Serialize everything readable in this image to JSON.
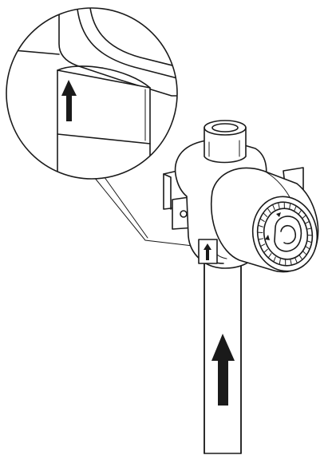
{
  "diagram": {
    "style": "monochrome line art",
    "colors": {
      "line": "#1a1a1a",
      "background": "#ffffff"
    },
    "components": [
      {
        "name": "thermostatic-mixing-valve-body"
      },
      {
        "name": "threaded-outlet"
      },
      {
        "name": "mounting-bracket"
      },
      {
        "name": "control-dial"
      },
      {
        "name": "inlet-pipe"
      },
      {
        "name": "flow-direction-arrow"
      },
      {
        "name": "magnified-detail-callout"
      }
    ],
    "flow_direction": "up"
  }
}
